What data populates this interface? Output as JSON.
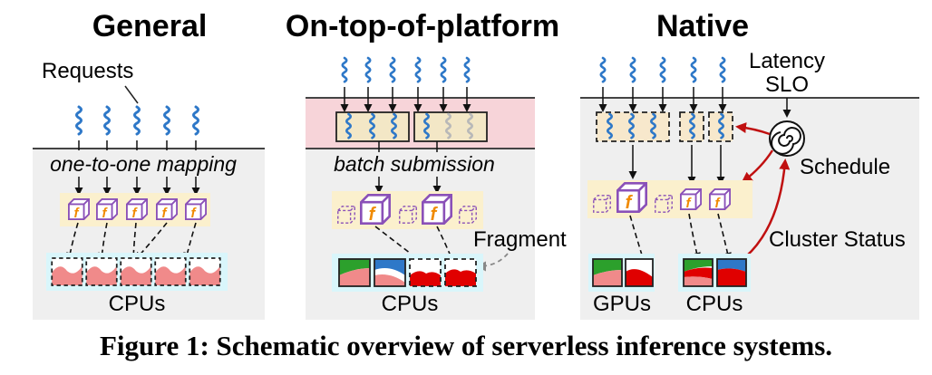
{
  "headings": {
    "general": "General",
    "on_top": "On-top-of-platform",
    "native": "Native"
  },
  "labels": {
    "requests": "Requests",
    "one_to_one": "one-to-one mapping",
    "batch": "batch submission",
    "fragment": "Fragment",
    "latency": "Latency",
    "slo": "SLO",
    "schedule": "Schedule",
    "cluster_status": "Cluster Status",
    "cpus": "CPUs",
    "gpus": "GPUs",
    "function_glyph": "f"
  },
  "caption": "Figure 1: Schematic overview of serverless inference systems.",
  "colors": {
    "panel_gray": "#efefef",
    "request_blue": "#2e78c8",
    "function_purple": "#8a50b8",
    "function_orange": "#f08a00",
    "cream": "#fbf0cd",
    "pink_band": "#f7d4d9",
    "cyan_box": "#d9f6fb",
    "cpu_pink": "#f08a8a",
    "red": "#e00000",
    "green": "#2ca02c",
    "arrow_red": "#c01010"
  }
}
